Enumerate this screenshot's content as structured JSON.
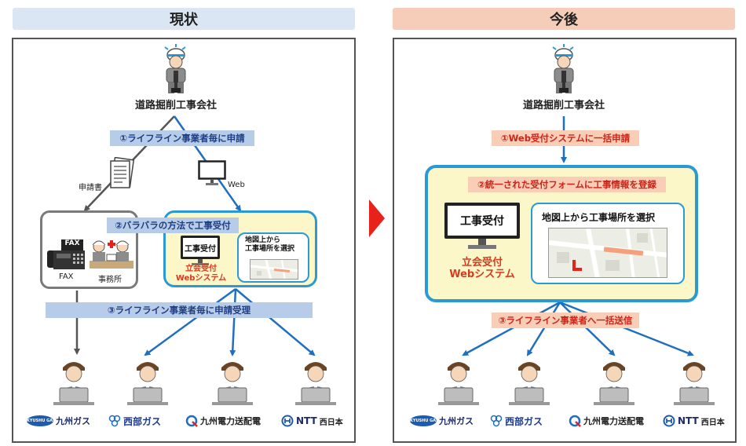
{
  "headers": {
    "left": "現状",
    "right": "今後"
  },
  "left": {
    "company": "道路掘削工事会社",
    "step1": "①ライフライン事業者毎に申請",
    "label_document": "申請書",
    "label_web": "Web",
    "step2": "②バラバラの方法で工事受付",
    "fax_screen": "FAX",
    "fax_label": "FAX",
    "office_label": "事務所",
    "monitor_text": "工事受付",
    "bubble_text_line1": "地図上から",
    "bubble_text_line2": "工事場所を選択",
    "system_line1": "立会受付",
    "system_line2": "Webシステム",
    "step3": "③ライフライン事業者毎に申請受理"
  },
  "right": {
    "company": "道路掘削工事会社",
    "step1": "①Web受付システムに一括申請",
    "step2": "②統一された受付フォームに工事情報を登録",
    "monitor_text": "工事受付",
    "bubble_text": "地図上から工事場所を選択",
    "system_line1": "立会受付",
    "system_line2": "Webシステム",
    "step3": "③ライフライン事業者へ一括送信"
  },
  "logos": {
    "kyushu_gas_mark": "KYUSHU GAS",
    "kyushu_gas": "九州ガス",
    "saibu_gas": "西部ガス",
    "kyuden": "九州電力送配電",
    "ntt_mark": "NTT",
    "ntt_suffix": "西日本"
  },
  "colors": {
    "blue_arrow": "#1f6fc1",
    "gray_arrow": "#555555",
    "red_text": "#d93a1e",
    "blue_border": "#2a9ad6",
    "yellow_fill": "#fbf7c9",
    "header_left": "#dbe6f4",
    "header_right": "#f6cdb8",
    "transition_arrow": "#e8221b"
  }
}
